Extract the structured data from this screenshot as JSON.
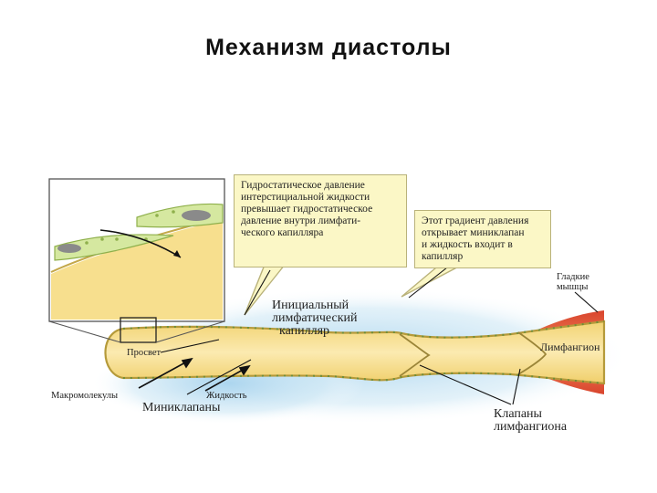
{
  "title": "Механизм диастолы",
  "callouts": {
    "hydrostatic": [
      "Гидростатическое давление",
      "интерстициальной жидкости",
      "превышает гидростатическое",
      "давление внутри лимфати-",
      "ческого капилляра"
    ],
    "gradient": [
      "Этот градиент давления",
      "открывает миниклапан",
      "и жидкость входит в",
      "капилляр"
    ]
  },
  "labels": {
    "initial_capillary": [
      "Инициальный",
      "лимфатический",
      "капилляр"
    ],
    "lumen": "Просвет",
    "macromolecules": "Макромолекулы",
    "fluid": "Жидкость",
    "minivalves": "Миниклапаны",
    "smooth_muscles": [
      "Гладкие",
      "мышцы"
    ],
    "lymphangion": "Лимфангион",
    "lymphangion_valves": [
      "Клапаны",
      "лимфангиона"
    ]
  },
  "colors": {
    "capillary_fill": "#f6df8c",
    "capillary_wall": "#b59a3a",
    "tissue_blue": "#bfe0f0",
    "muscle": "#e0553a",
    "callout_bg": "#fbf7c6"
  }
}
